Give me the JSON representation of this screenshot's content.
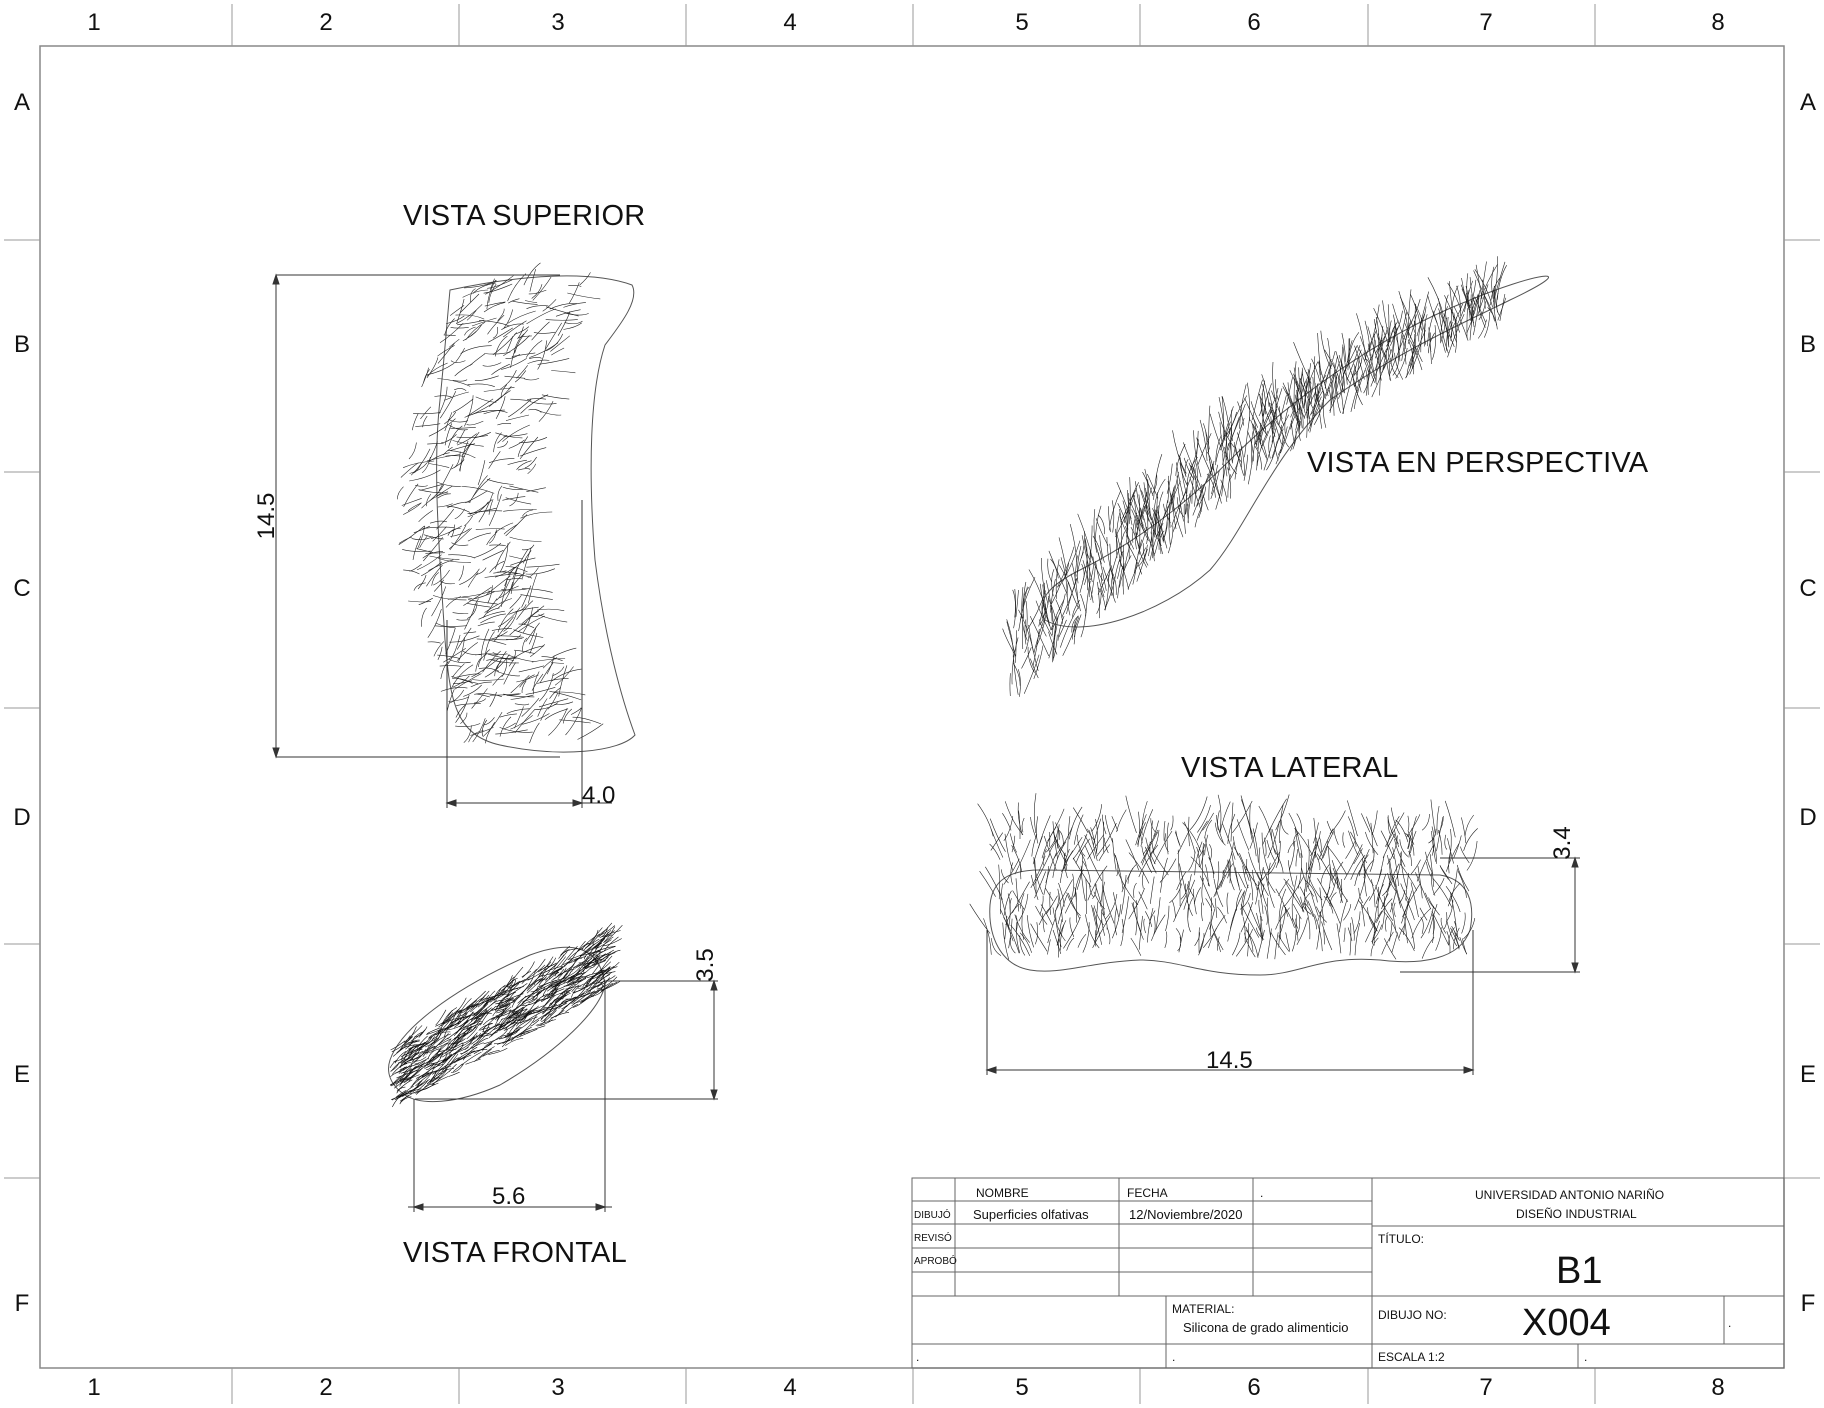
{
  "frame": {
    "columns": [
      "1",
      "2",
      "3",
      "4",
      "5",
      "6",
      "7",
      "8"
    ],
    "rows": [
      "A",
      "B",
      "C",
      "D",
      "E",
      "F"
    ]
  },
  "views": {
    "superior": {
      "title": "VISTA SUPERIOR",
      "dim_length": "14.5",
      "dim_width": "4.0"
    },
    "perspectiva": {
      "title": "VISTA EN PERSPECTIVA"
    },
    "lateral": {
      "title": "VISTA LATERAL",
      "dim_height": "3.4",
      "dim_length": "14.5"
    },
    "frontal": {
      "title": "VISTA FRONTAL",
      "dim_height": "3.5",
      "dim_width": "5.6"
    }
  },
  "title_block": {
    "header_nombre": "NOMBRE",
    "header_fecha": "FECHA",
    "header_dot": ".",
    "row_dibujo": "DIBUJÓ",
    "row_reviso": "REVISÓ",
    "row_aprobo": "APROBÓ",
    "dibujo_nombre": "Superficies olfativas",
    "dibujo_fecha": "12/Noviembre/2020",
    "institution": "UNIVERSIDAD ANTONIO NARIÑO",
    "department": "DISEÑO INDUSTRIAL",
    "titulo_label": "TÍTULO:",
    "titulo_value": "B1",
    "material_label": "MATERIAL:",
    "material_value": "Silicona de grado alimenticio",
    "dibujo_no_label": "DIBUJO NO:",
    "dibujo_no_value": "X004",
    "dibujo_no_dot": ".",
    "escala": "ESCALA 1:2",
    "bottom_dot_1": ".",
    "bottom_dot_2": ".",
    "bottom_dot_3": "."
  }
}
